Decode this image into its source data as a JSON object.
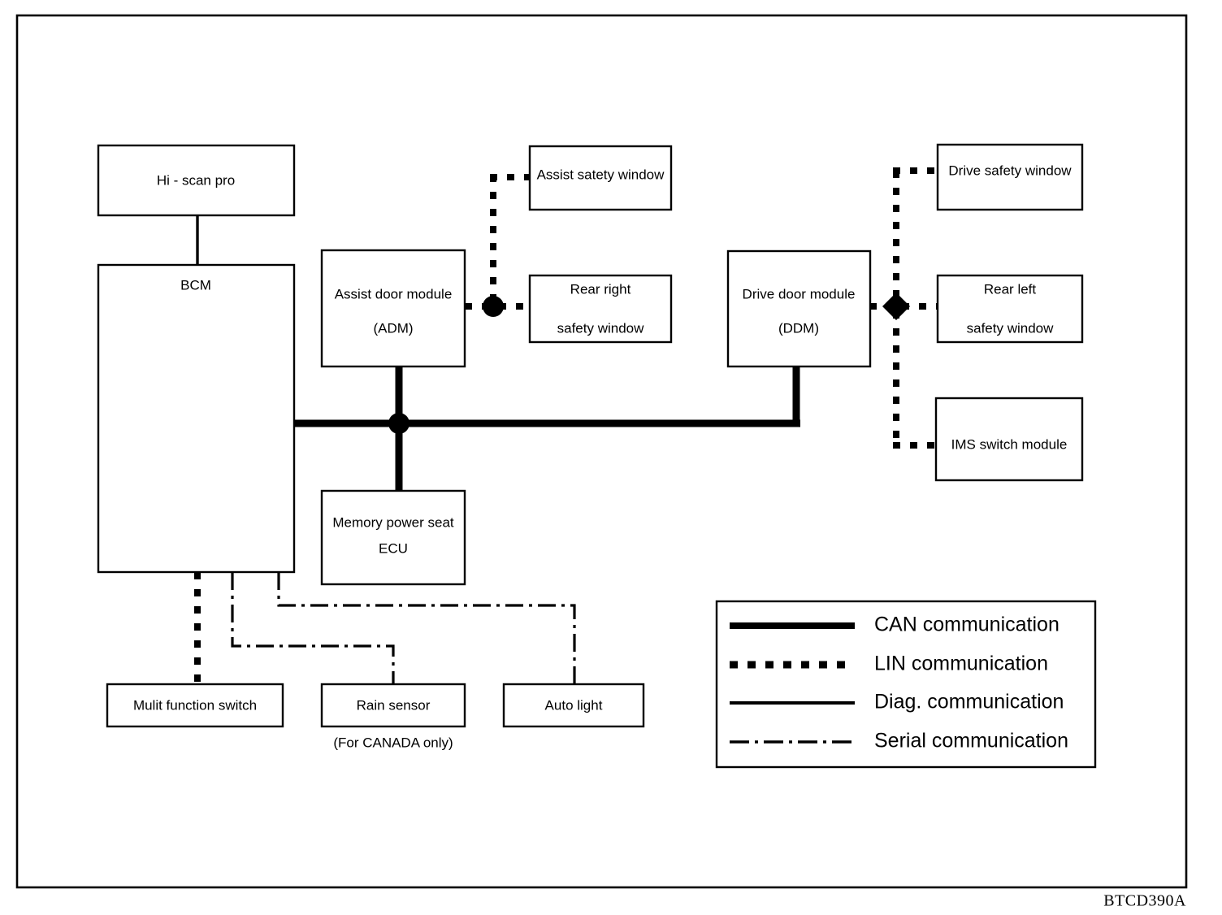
{
  "figure": {
    "code": "BTCD390A",
    "note": "(For CANADA only)"
  },
  "blocks": {
    "hi_scan_pro": "Hi - scan pro",
    "bcm": "BCM",
    "adm_line1": "Assist door module",
    "adm_line2": "(ADM)",
    "ddm_line1": "Drive door module",
    "ddm_line2": "(DDM)",
    "assist_safety_window": "Assist satety window",
    "rear_right_line1": "Rear right",
    "rear_right_line2": "safety window",
    "drive_safety_window": "Drive safety window",
    "rear_left_line1": "Rear left",
    "rear_left_line2": "safety window",
    "ims_switch_module": "IMS switch module",
    "memory_seat_line1": "Memory power seat",
    "memory_seat_line2": "ECU",
    "multi_function_switch": "Mulit function switch",
    "rain_sensor": "Rain sensor",
    "auto_light": "Auto light"
  },
  "legend": {
    "items": [
      {
        "id": "can",
        "label": "CAN communication"
      },
      {
        "id": "lin",
        "label": "LIN communication"
      },
      {
        "id": "diag",
        "label": "Diag. communication"
      },
      {
        "id": "serial",
        "label": "Serial communication"
      }
    ]
  },
  "colors": {
    "line": "#000000",
    "background": "#ffffff"
  }
}
